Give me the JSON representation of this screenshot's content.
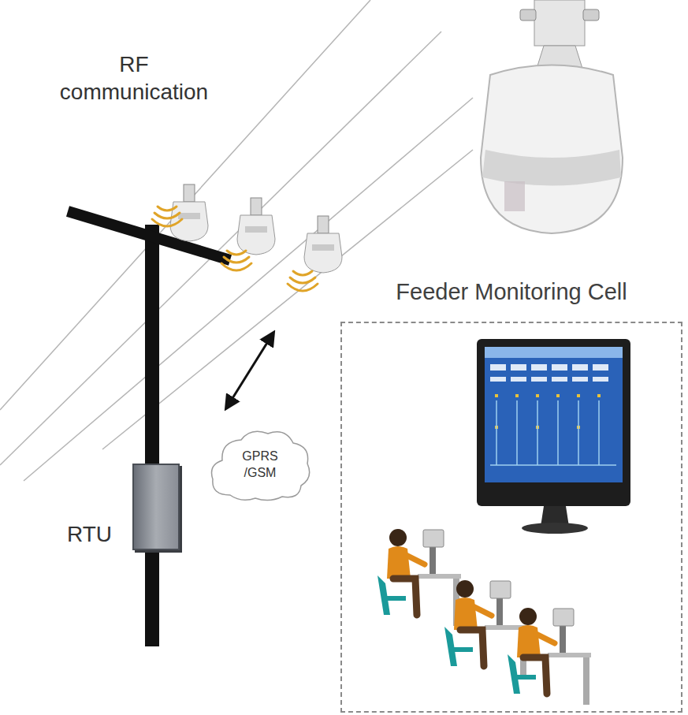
{
  "diagram": {
    "nodes": [
      {
        "text": [
          "Feeder Monitoring Cell"
        ]
      },
      {
        "text": [
          "GPRS /GSM"
        ]
      },
      {
        "text": [
          "RTU"
        ]
      }
    ],
    "labels": [
      "RF communication"
    ]
  }
}
